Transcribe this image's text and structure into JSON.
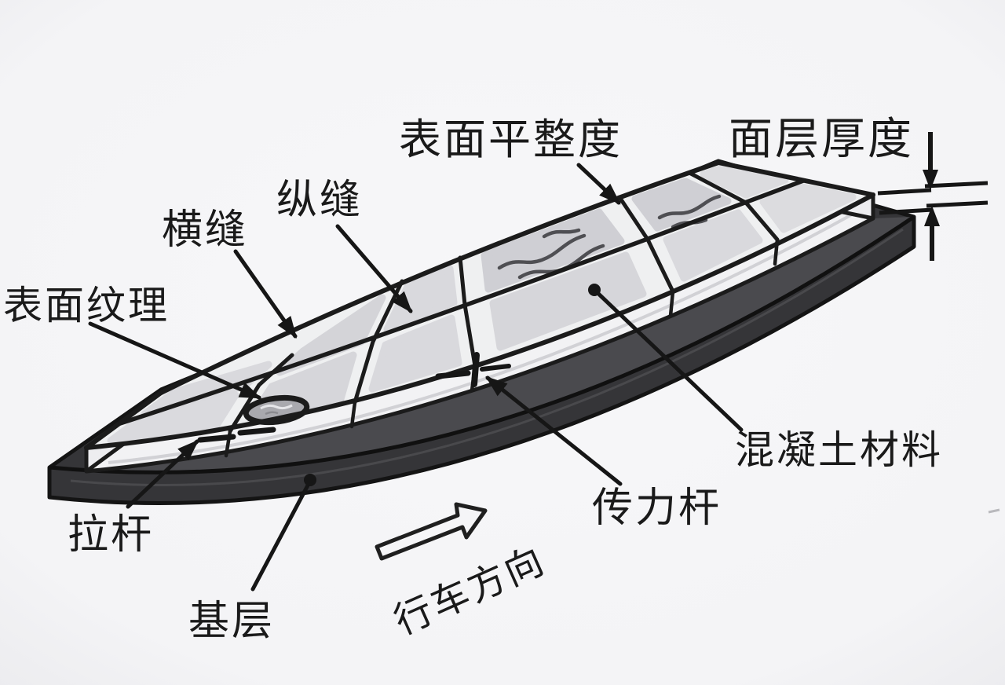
{
  "diagram": {
    "type": "concrete-pavement-structure-diagram",
    "labels": {
      "surface_smoothness": "表面平整度",
      "surface_thickness": "面层厚度",
      "longitudinal_joint": "纵缝",
      "transverse_joint": "横缝",
      "surface_texture": "表面纹理",
      "concrete_material": "混凝土材料",
      "dowel_bar": "传力杆",
      "tie_bar": "拉杆",
      "base_layer": "基层",
      "driving_direction": "行车方向"
    },
    "colors": {
      "background": "#f5f5f7",
      "line": "#1b1b1b",
      "slab_top": "#eff0f1",
      "slab_panel": "#d5d5d9",
      "slab_face": "#f2f2f4",
      "base_dark": "#353538",
      "base_top": "#4a4a4e"
    }
  }
}
